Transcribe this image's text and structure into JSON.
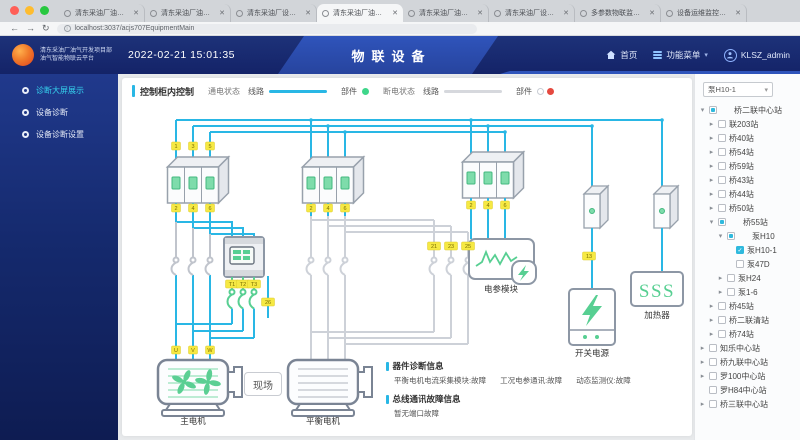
{
  "browser": {
    "tabs": [
      {
        "title": "清东采油厂油气生产物联网系统",
        "active": false
      },
      {
        "title": "清东采油厂油气生产物联网系统",
        "active": false
      },
      {
        "title": "清东采油厂设备智能诊断平台",
        "active": false
      },
      {
        "title": "清东采油厂油气智能物联云平台",
        "active": true
      },
      {
        "title": "清东采油厂油气生产物联网系统",
        "active": false
      },
      {
        "title": "清东采油厂设备管理系统",
        "active": false
      },
      {
        "title": "多参数物联监测平台",
        "active": false
      },
      {
        "title": "设备运维监控大屏",
        "active": false
      }
    ],
    "url": "localhost:3037/acjs707EquipmentMain"
  },
  "header": {
    "org_line1": "清东采油厂油气开发项目部",
    "org_line2": "油气智能物联云平台",
    "timestamp": "2022-02-21 15:01:35",
    "title": "物联设备",
    "nav": {
      "home": "首页",
      "menu": "功能菜单",
      "user": "KLSZ_admin"
    }
  },
  "sidebar": {
    "items": [
      {
        "label": "诊断大屏展示",
        "active": true
      },
      {
        "label": "设备诊断",
        "active": false
      },
      {
        "label": "设备诊断设置",
        "active": false
      }
    ]
  },
  "toolbar": {
    "title": "控制柜内控制",
    "on_state": "通电状态",
    "off_state": "断电状态",
    "line_label_on": "线路",
    "component_label_on": "部件",
    "line_label_off": "线路",
    "component_label_off": "部件"
  },
  "tree": {
    "selector_value": "泵H10-1",
    "items": [
      {
        "label": "桥二联中心站",
        "level": 0,
        "caret": "down",
        "checkbox": "dot"
      },
      {
        "label": "联203站",
        "level": 1,
        "caret": "right",
        "checkbox": "unchecked"
      },
      {
        "label": "桥40站",
        "level": 1,
        "caret": "right",
        "checkbox": "unchecked"
      },
      {
        "label": "桥54站",
        "level": 1,
        "caret": "right",
        "checkbox": "unchecked"
      },
      {
        "label": "桥59站",
        "level": 1,
        "caret": "right",
        "checkbox": "unchecked"
      },
      {
        "label": "桥43站",
        "level": 1,
        "caret": "right",
        "checkbox": "unchecked"
      },
      {
        "label": "桥44站",
        "level": 1,
        "caret": "right",
        "checkbox": "unchecked"
      },
      {
        "label": "桥50站",
        "level": 1,
        "caret": "right",
        "checkbox": "unchecked"
      },
      {
        "label": "桥55站",
        "level": 1,
        "caret": "down",
        "checkbox": "dot"
      },
      {
        "label": "泵H10",
        "level": 2,
        "caret": "down",
        "checkbox": "dot"
      },
      {
        "label": "泵H10-1",
        "level": 3,
        "caret": "none",
        "checkbox": "checked"
      },
      {
        "label": "泵47D",
        "level": 3,
        "caret": "none",
        "checkbox": "unchecked"
      },
      {
        "label": "泵H24",
        "level": 2,
        "caret": "right",
        "checkbox": "unchecked"
      },
      {
        "label": "泵1-6",
        "level": 2,
        "caret": "right",
        "checkbox": "unchecked"
      },
      {
        "label": "桥45站",
        "level": 1,
        "caret": "right",
        "checkbox": "unchecked"
      },
      {
        "label": "桥二联清站",
        "level": 1,
        "caret": "right",
        "checkbox": "unchecked"
      },
      {
        "label": "桥74站",
        "level": 1,
        "caret": "right",
        "checkbox": "unchecked"
      },
      {
        "label": "知乐中心站",
        "level": 0,
        "caret": "right",
        "checkbox": "unchecked"
      },
      {
        "label": "桥九联中心站",
        "level": 0,
        "caret": "right",
        "checkbox": "unchecked"
      },
      {
        "label": "罗100中心站",
        "level": 0,
        "caret": "right",
        "checkbox": "unchecked"
      },
      {
        "label": "罗H84中心站",
        "level": 0,
        "caret": "none",
        "checkbox": "unchecked"
      },
      {
        "label": "桥三联中心站",
        "level": 0,
        "caret": "right",
        "checkbox": "unchecked"
      }
    ]
  },
  "diagram": {
    "labels": {
      "epm": "电参模块",
      "psu": "开关电源",
      "heater": "加热器",
      "main_motor": "主电机",
      "balance_motor": "平衡电机",
      "site_button": "现场"
    },
    "heater_glyph": "SSS",
    "wire_tags": [
      "1",
      "3",
      "5",
      "2",
      "4",
      "6",
      "T1",
      "T2",
      "T3",
      "26",
      "U",
      "V",
      "W",
      "2",
      "4",
      "6",
      "21",
      "23",
      "25",
      "2",
      "4",
      "6",
      "13"
    ]
  },
  "info_panel": {
    "section1_title": "器件诊断信息",
    "section1_items": [
      "平衡电机电流采集模块:故障",
      "工况电参通讯:故障",
      "动态监测仪:故障"
    ],
    "section2_title": "总线通讯故障信息",
    "section2_text": "暂无端口故障"
  },
  "colors": {
    "wire_on": "#29b7e5",
    "wire_off": "#c9cdd4",
    "component_on": "#57cf92",
    "component_off": "#e5493f",
    "tag_yellow": "#f6e943",
    "band_blue": "#2f54bb"
  }
}
